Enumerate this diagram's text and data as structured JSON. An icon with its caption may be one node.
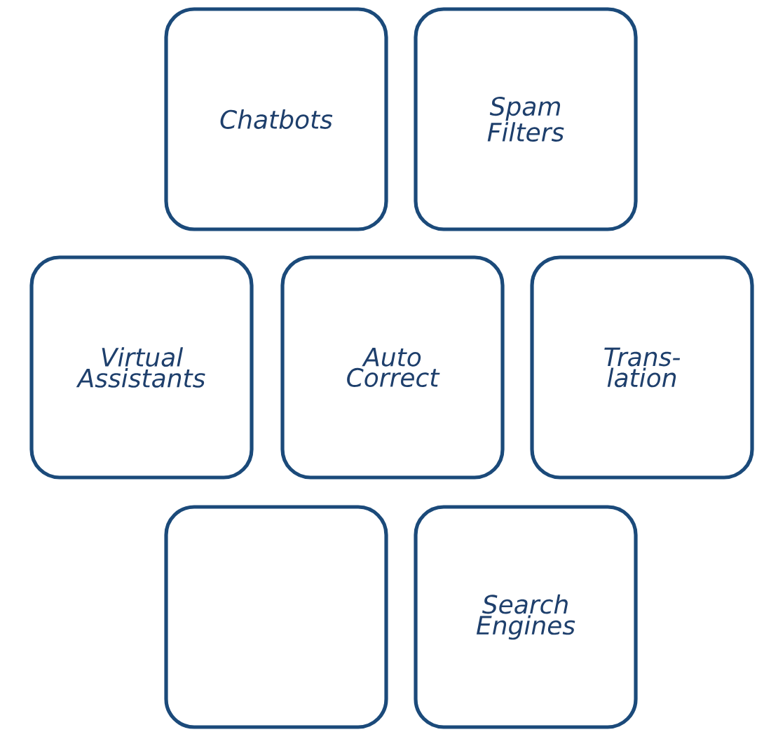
{
  "diagram": {
    "nodes": [
      {
        "text": [
          "Chatbots"
        ]
      },
      {
        "text": [
          "Spam Filters"
        ]
      },
      {
        "text": [
          "Virtual Assistants"
        ]
      },
      {
        "text": [
          "Auto Correct"
        ]
      },
      {
        "text": [
          "Trans- lation"
        ]
      },
      {
        "text": [],
        "shape": "box"
      },
      {
        "text": [
          "Search Engines"
        ]
      }
    ]
  }
}
